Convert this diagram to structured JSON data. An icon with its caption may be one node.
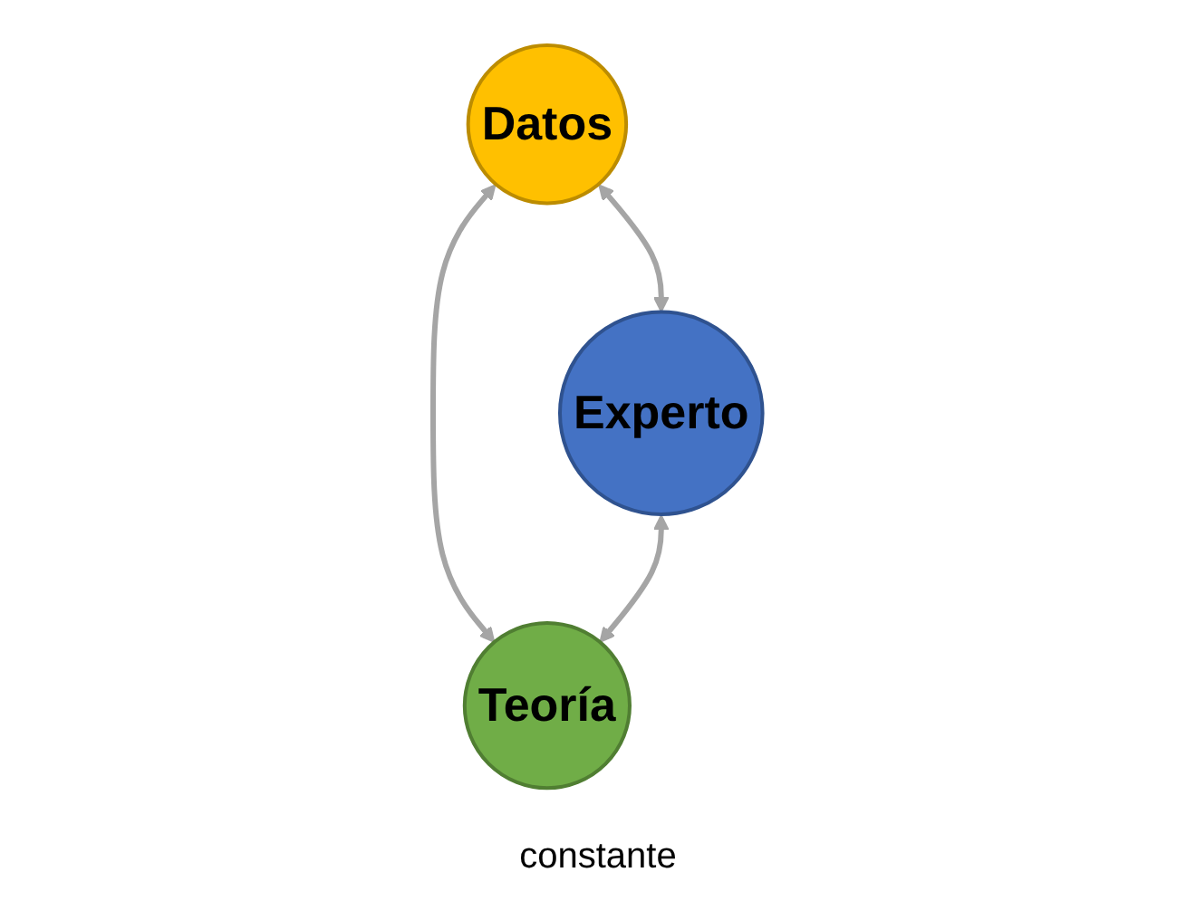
{
  "diagram": {
    "nodes": [
      {
        "text": [
          "Datos"
        ]
      },
      {
        "text": [
          "Experto"
        ]
      },
      {
        "text": [
          "Teoría"
        ]
      }
    ],
    "edges": [
      {
        "from": 0,
        "to": 1,
        "arrow": "both"
      },
      {
        "from": 0,
        "to": 2,
        "arrow": "both"
      },
      {
        "from": 1,
        "to": 2,
        "arrow": "both"
      }
    ],
    "labels": [
      "constante"
    ]
  }
}
